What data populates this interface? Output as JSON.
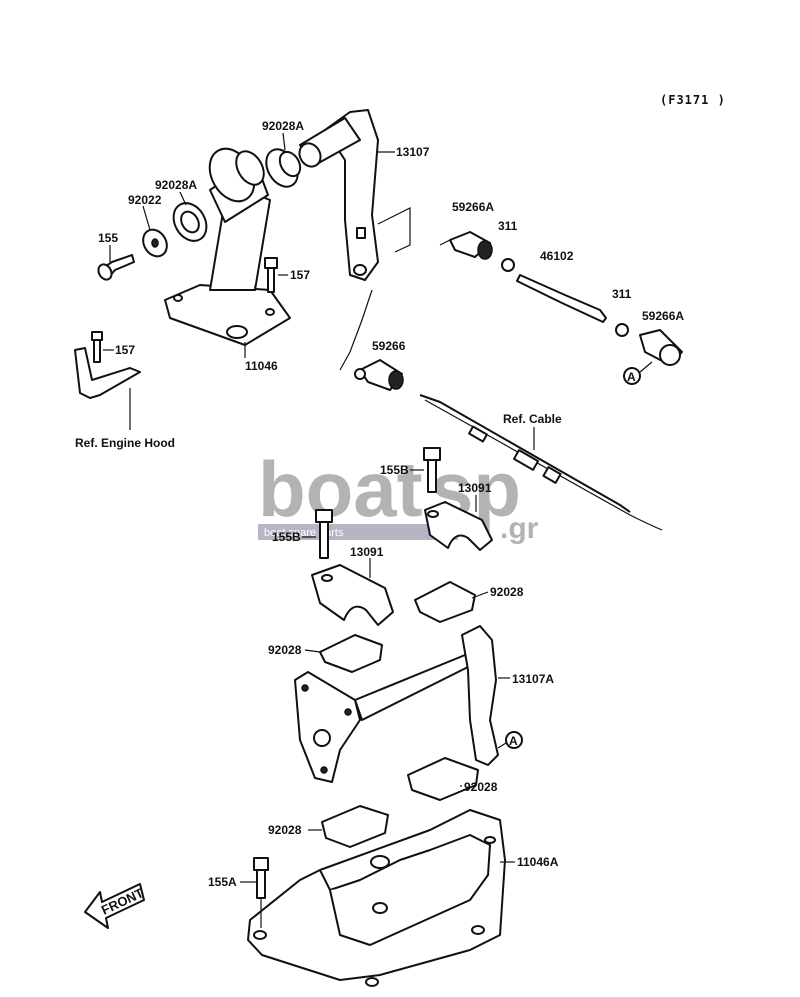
{
  "diagram_code": "(F3171 )",
  "labels": {
    "p92028A_top": "92028A",
    "p13107": "13107",
    "p92028A_mid": "92028A",
    "p92022": "92022",
    "p155": "155",
    "p157_top": "157",
    "p11046": "11046",
    "p157_left": "157",
    "ref_engine_hood": "Ref. Engine Hood",
    "p59266A_top": "59266A",
    "p311_top": "311",
    "p46102": "46102",
    "p311_right": "311",
    "p59266A_right": "59266A",
    "callout_a": "A",
    "p59266": "59266",
    "ref_cable": "Ref. Cable",
    "p155B_right": "155B",
    "p13091_right": "13091",
    "p155B_left": "155B",
    "p13091_left": "13091",
    "p92028_right": "92028",
    "p92028_left": "92028",
    "p13107A": "13107A",
    "callout_a2": "A",
    "p92028_lower_right": "92028",
    "p92028_lower_left": "92028",
    "p11046A": "11046A",
    "p155A": "155A",
    "front": "FRONT"
  },
  "watermark": {
    "brand_left": "boat",
    "brand_right": "sp",
    "suffix": ".gr",
    "tagline": "boat spare parts"
  }
}
